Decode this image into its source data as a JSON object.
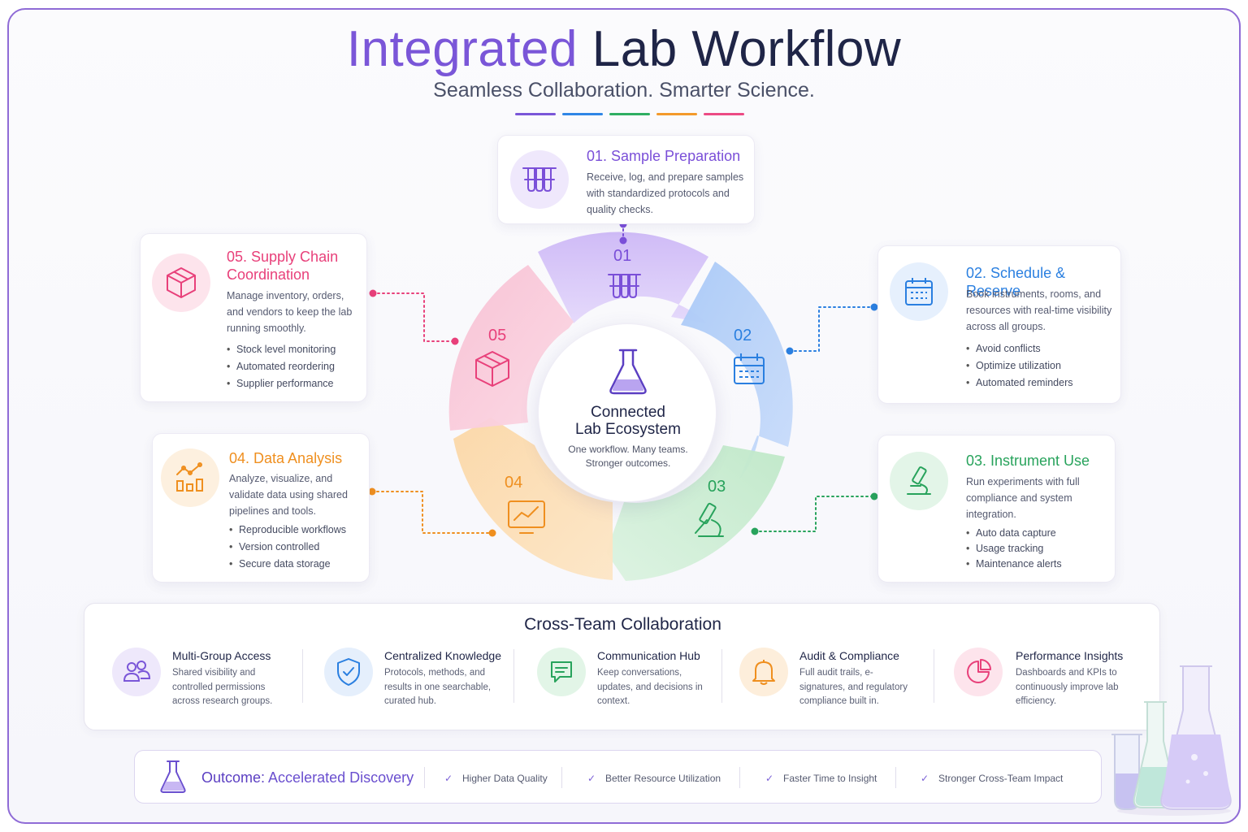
{
  "title": {
    "accent": "Integrated",
    "main": "Lab Workflow"
  },
  "subtitle": "Seamless Collaboration. Smarter Science.",
  "accent_colors": [
    "#7a56d8",
    "#2f86e6",
    "#2fae62",
    "#f39a2b",
    "#ec4a84"
  ],
  "center": {
    "title_line1": "Connected",
    "title_line2": "Lab Ecosystem",
    "sub_line1": "One workflow. Many teams.",
    "sub_line2": "Stronger outcomes.",
    "icon": "flask-icon"
  },
  "steps": [
    {
      "num": "01",
      "title": "01. Sample Preparation",
      "color": "#7a4fd8",
      "icon": "test-tubes-icon",
      "desc": "Receive, log, and prepare samples with standardized protocols and quality checks.",
      "bullets": []
    },
    {
      "num": "02",
      "title": "02. Schedule & Reserve",
      "color": "#2a7fe0",
      "icon": "calendar-icon",
      "desc": "Book instruments, rooms, and resources with real-time visibility across all groups.",
      "bullets": [
        "Avoid conflicts",
        "Optimize utilization",
        "Automated reminders"
      ]
    },
    {
      "num": "03",
      "title": "03. Instrument Use",
      "color": "#28a35c",
      "icon": "microscope-icon",
      "desc": "Run experiments with full compliance and system integration.",
      "bullets": [
        "Auto data capture",
        "Usage tracking",
        "Maintenance alerts"
      ]
    },
    {
      "num": "04",
      "title": "04. Data Analysis",
      "color": "#ef8f1f",
      "icon": "chart-icon",
      "desc": "Analyze, visualize, and validate data using shared pipelines and tools.",
      "bullets": [
        "Reproducible workflows",
        "Version controlled",
        "Secure data storage"
      ]
    },
    {
      "num": "05",
      "title_line1": "05. Supply Chain",
      "title_line2": "Coordination",
      "color": "#e8407a",
      "icon": "box-icon",
      "desc": "Manage inventory, orders, and vendors to keep the lab running smoothly.",
      "bullets": [
        "Stock level monitoring",
        "Automated reordering",
        "Supplier performance"
      ]
    }
  ],
  "collaboration": {
    "title": "Cross-Team Collaboration",
    "items": [
      {
        "title": "Multi-Group Access",
        "desc": "Shared visibility and controlled permissions across research groups.",
        "icon": "users-icon",
        "color": "#7a56d8"
      },
      {
        "title": "Centralized Knowledge",
        "desc": "Protocols, methods, and results in one searchable, curated hub.",
        "icon": "shield-check-icon",
        "color": "#2a7fe0"
      },
      {
        "title": "Communication Hub",
        "desc": "Keep conversations, updates, and decisions in context.",
        "icon": "chat-icon",
        "color": "#28a35c"
      },
      {
        "title": "Audit & Compliance",
        "desc": "Full audit trails, e-signatures, and regulatory compliance built in.",
        "icon": "bell-icon",
        "color": "#ef8f1f"
      },
      {
        "title": "Performance Insights",
        "desc": "Dashboards and KPIs to continuously improve lab efficiency.",
        "icon": "pie-chart-icon",
        "color": "#e8407a"
      }
    ]
  },
  "outcome": {
    "label": "Outcome:",
    "title": "Accelerated Discovery",
    "icon": "flask-icon",
    "items": [
      "Higher Data Quality",
      "Better Resource Utilization",
      "Faster Time to Insight",
      "Stronger Cross-Team Impact"
    ]
  }
}
